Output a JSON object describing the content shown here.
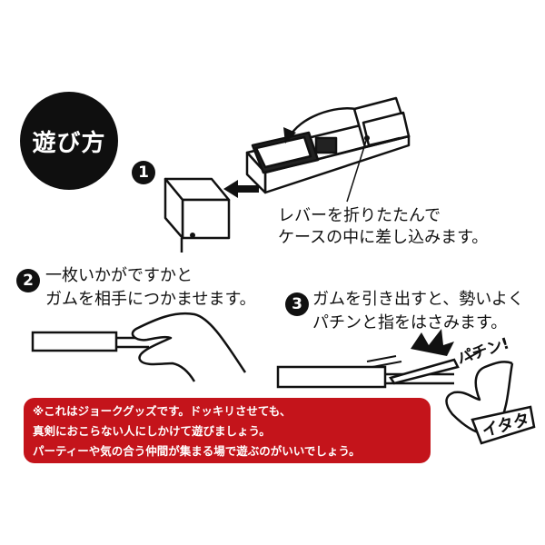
{
  "badge": "遊び方",
  "step1": {
    "num": "1",
    "lines": [
      "レバーを折りたたんで",
      "ケースの中に差し込みます。"
    ]
  },
  "step2": {
    "num": "2",
    "lines": [
      "一枚いかがですかと",
      "ガムを相手につかませます。"
    ]
  },
  "step3": {
    "num": "3",
    "lines": [
      "ガムを引き出すと、勢いよく",
      "パチンと指をはさみます。"
    ]
  },
  "sfx": {
    "snap": "パチン!",
    "ouch": "イタタ"
  },
  "notice": {
    "lines": [
      "※これはジョークグッズです。ドッキリさせても、",
      "真剣におこらない人にしかけて遊びましょう。",
      "パーティーや気の合う仲間が集まる場で遊ぶのがいいでしょう。"
    ]
  },
  "colors": {
    "notice_bg": "#c4141b",
    "badge_bg": "#0f0f0f"
  }
}
